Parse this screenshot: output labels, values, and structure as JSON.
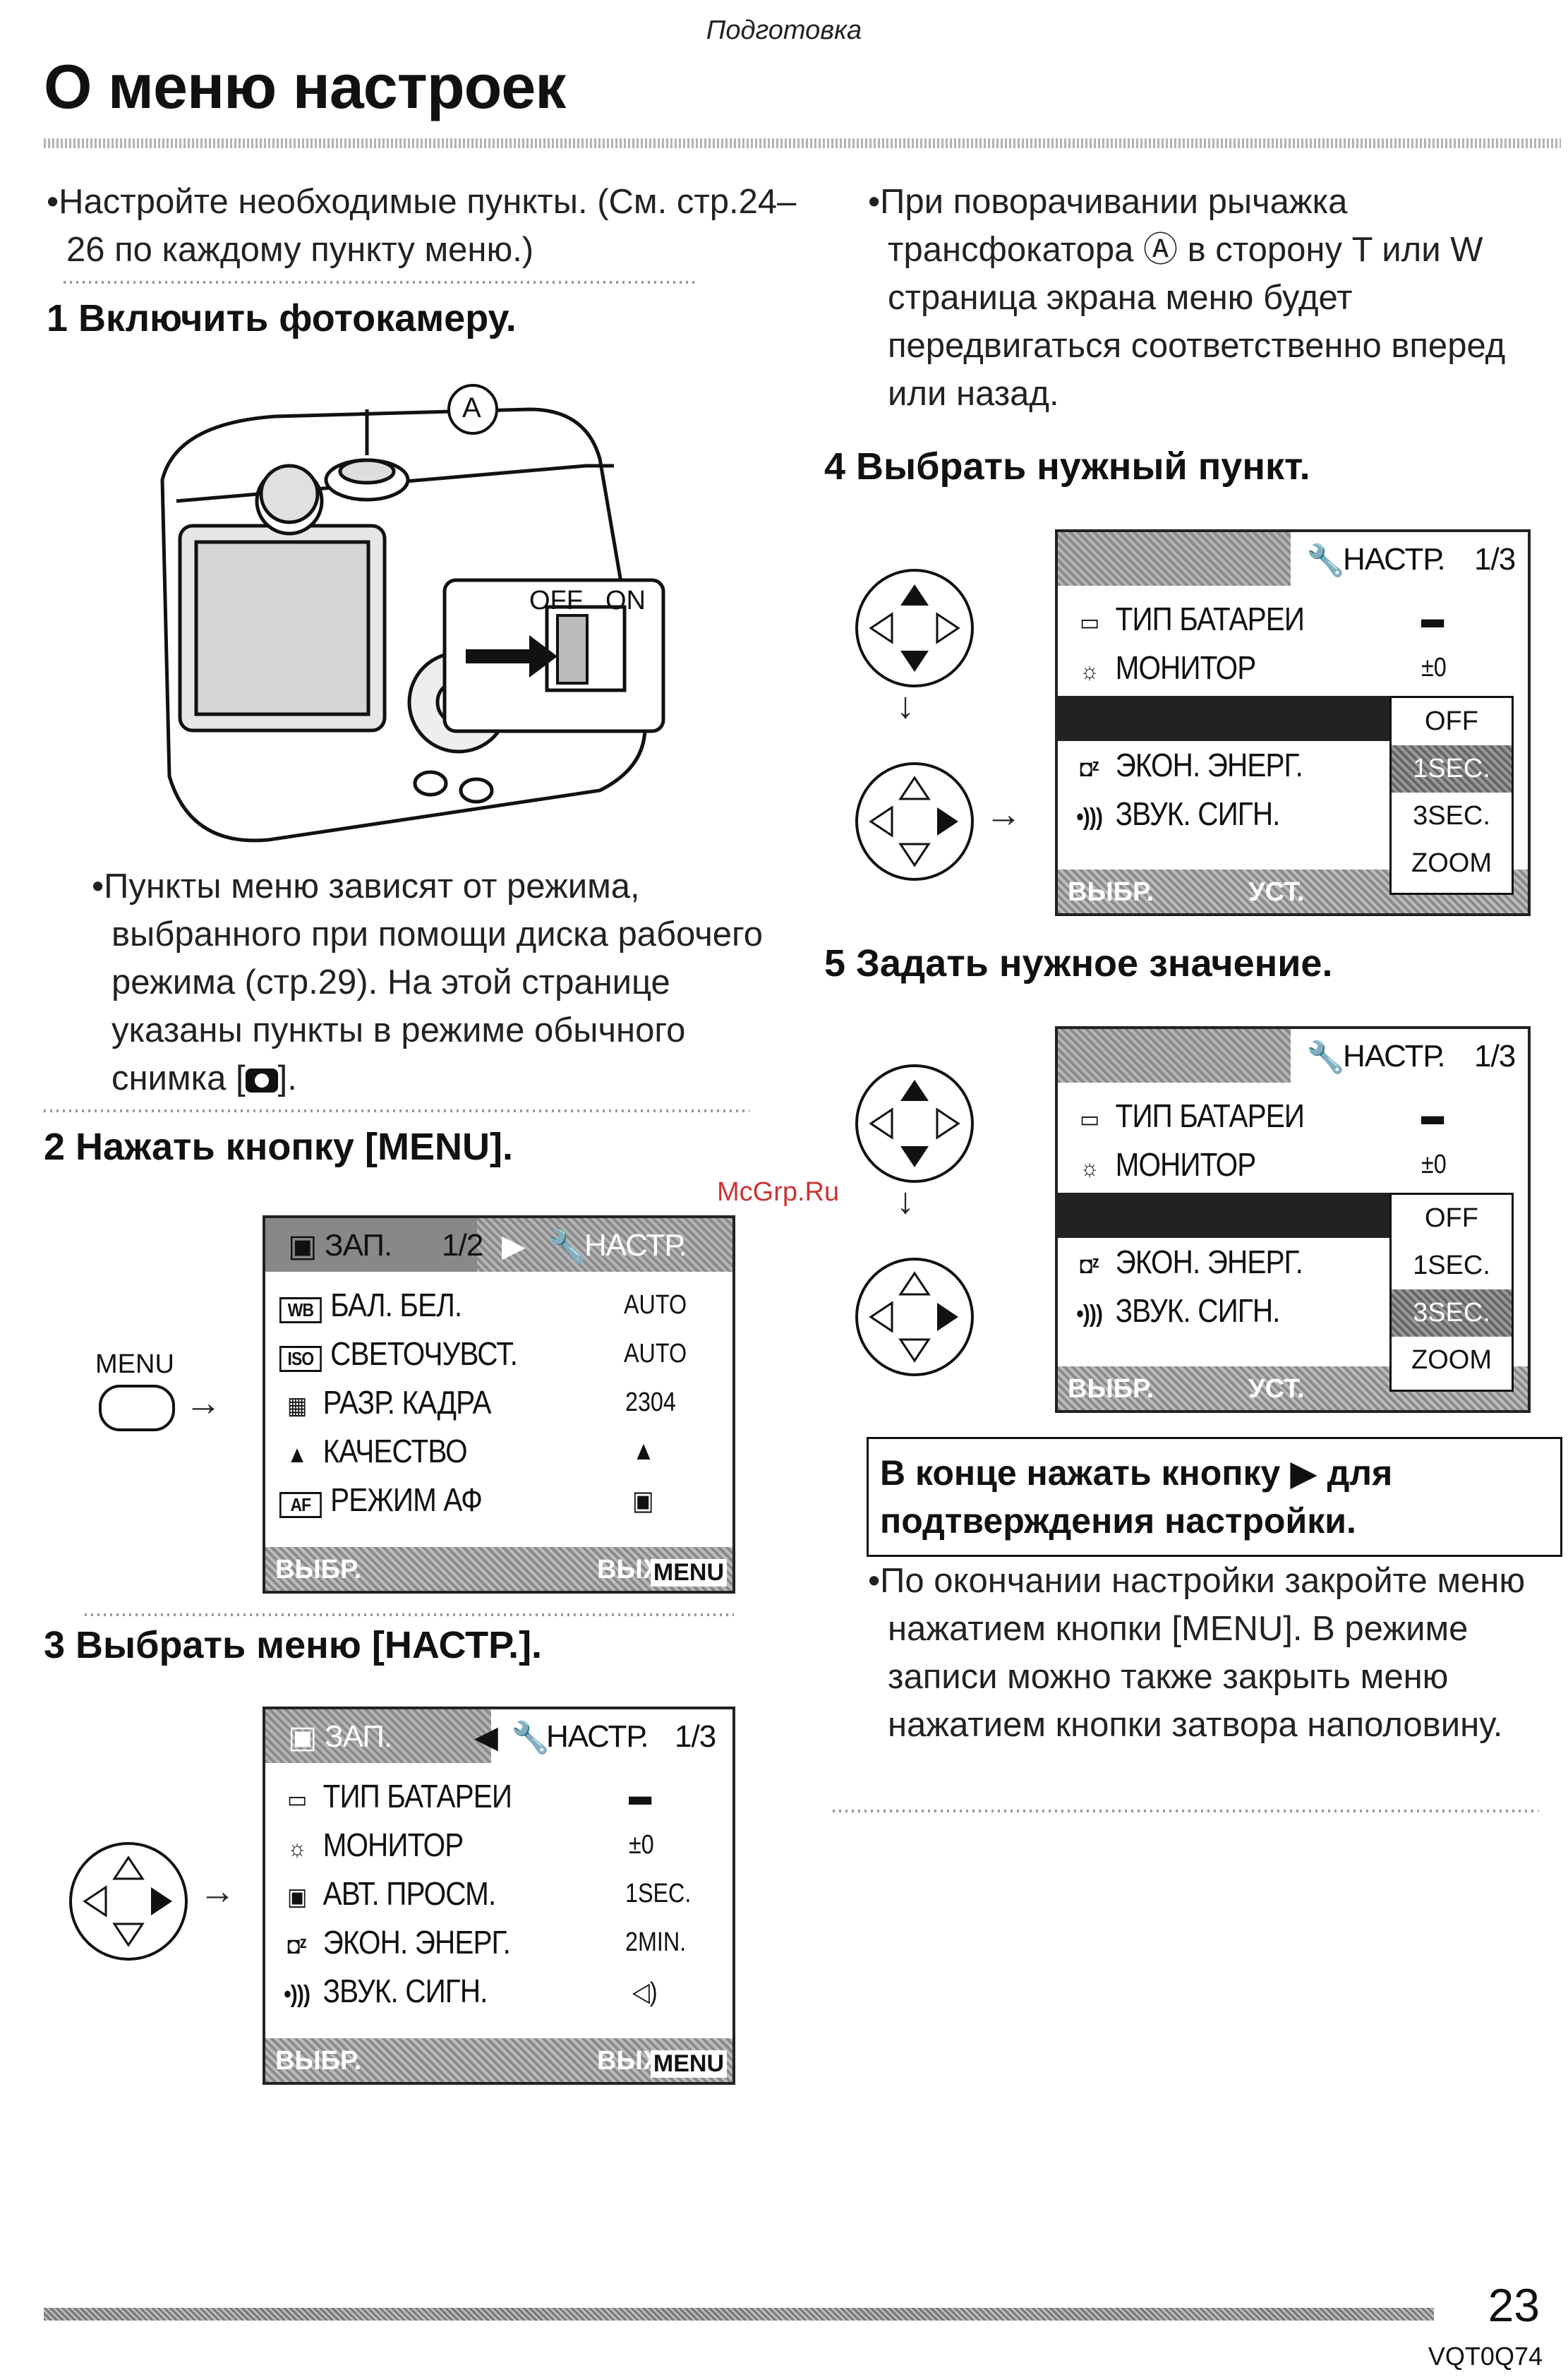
{
  "header": {
    "section": "Подготовка",
    "title": "О меню настроек"
  },
  "left": {
    "intro": "•Настройте необходимые пункты. (См. стр.24–26 по каждому пункту меню.)",
    "step1": "1 Включить фотокамеру.",
    "callout_a": "A",
    "switch_off": "OFF",
    "switch_on": "ON",
    "note": "•Пункты меню зависят от режима, выбранного при помощи диска рабочего режима (стр.29). На этой странице указаны пункты в режиме обычного снимка [",
    "note_end": "].",
    "step2": "2 Нажать кнопку [MENU].",
    "menu_btn_label": "MENU",
    "step3": "3 Выбрать меню [НАСТР.]."
  },
  "screen_rec": {
    "tab1": "ЗАП.",
    "page": "1/2",
    "tab2": "НАСТР.",
    "rows": [
      {
        "icon": "WB",
        "label": "БАЛ. БЕЛ.",
        "value": "AUTO"
      },
      {
        "icon": "ISO",
        "label": "СВЕТОЧУВСТ.",
        "value": "AUTO"
      },
      {
        "icon": "▦",
        "label": "РАЗР. КАДРА",
        "value": "2304"
      },
      {
        "icon": "▲",
        "label": "КАЧЕСТВО",
        "value": "▲"
      },
      {
        "icon": "AF",
        "label": "РЕЖИМ АФ",
        "value": "▣"
      }
    ],
    "footer_left": "ВЫБР.",
    "footer_right": "ВЫХ.",
    "footer_menu": "MENU"
  },
  "screen_setup": {
    "tab1": "ЗАП.",
    "tab2": "НАСТР.",
    "page": "1/3",
    "rows": [
      {
        "icon": "▭",
        "label": "ТИП БАТАРЕИ",
        "value": "▬"
      },
      {
        "icon": "☼",
        "label": "МОНИТОР",
        "value": "±0"
      },
      {
        "icon": "▣",
        "label": "АВТ. ПРОСМ.",
        "value": "1SEC."
      },
      {
        "icon": "◘ᶻ",
        "label": "ЭКОН. ЭНЕРГ.",
        "value": "2MIN."
      },
      {
        "icon": "•)))",
        "label": "ЗВУК. СИГН.",
        "value": "◁)"
      }
    ],
    "footer_left": "ВЫБР.",
    "footer_right": "ВЫХ.",
    "footer_menu": "MENU"
  },
  "right": {
    "zoom_note": "•При поворачивании рычажка трансфокатора Ⓐ в сторону T или W страница экрана меню будет передвигаться соответственно вперед или назад.",
    "step4": "4 Выбрать нужный пункт.",
    "step5": "5 Задать нужное значение.",
    "confirm_box": "В конце нажать кнопку ▶ для подтверждения настройки.",
    "closing_note": "•По окончании настройки закройте меню нажатием кнопки [MENU]. В режиме записи можно также закрыть меню нажатием кнопки затвора наполовину."
  },
  "screen_step4": {
    "tab": "НАСТР.",
    "page": "1/3",
    "rows": [
      {
        "icon": "▭",
        "label": "ТИП БАТАРЕИ",
        "value": "▬"
      },
      {
        "icon": "☼",
        "label": "МОНИТОР",
        "value": "±0"
      },
      {
        "icon": "◘ᶻ",
        "label": "ЭКОН. ЭНЕРГ.",
        "value": ""
      },
      {
        "icon": "•)))",
        "label": "ЗВУК. СИГН.",
        "value": ""
      }
    ],
    "options": [
      "OFF",
      "1SEC.",
      "3SEC.",
      "ZOOM"
    ],
    "selected": 1,
    "footer_left": "ВЫБР.",
    "footer_right": "УСТ."
  },
  "screen_step5": {
    "tab": "НАСТР.",
    "page": "1/3",
    "rows": [
      {
        "icon": "▭",
        "label": "ТИП БАТАРЕИ",
        "value": "▬"
      },
      {
        "icon": "☼",
        "label": "МОНИТОР",
        "value": "±0"
      },
      {
        "icon": "◘ᶻ",
        "label": "ЭКОН. ЭНЕРГ.",
        "value": ""
      },
      {
        "icon": "•)))",
        "label": "ЗВУК. СИГН.",
        "value": ""
      }
    ],
    "options": [
      "OFF",
      "1SEC.",
      "3SEC.",
      "ZOOM"
    ],
    "selected": 2,
    "footer_left": "ВЫБР.",
    "footer_right": "УСТ."
  },
  "footer": {
    "page_number": "23",
    "code": "VQT0Q74",
    "watermark": "McGrp.Ru"
  }
}
